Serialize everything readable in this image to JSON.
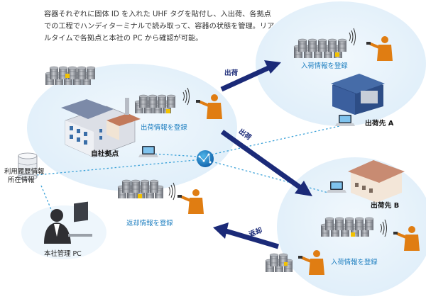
{
  "description": "容器それぞれに固体 ID を入れた UHF タグを貼付し、入出荷、各拠点での工程でハンディターミナルで読み取って、容器の状態を管理。リアルタイムで各拠点と本社の PC から確認が可能。",
  "labels": {
    "own_base": "自社拠点",
    "ship_out_register": "出荷情報を登録",
    "receive_register_a": "入荷情報を登録",
    "dest_a": "出荷先 A",
    "dest_b": "出荷先 B",
    "receive_register_b": "入荷情報を登録",
    "return_register": "返却情報を登録",
    "db_line1": "利用履歴情報",
    "db_line2": "所在情報",
    "hq_pc": "本社管理 PC"
  },
  "arrows": {
    "ship_a": "出荷",
    "ship_b": "出荷",
    "return": "返却"
  },
  "colors": {
    "arrow": "#1b2a78",
    "person": "#e07d12",
    "bubble": "#e6f2fb",
    "network_line": "#3aa1d8",
    "text_blue": "#1e7fc0",
    "drum": "#8d9199",
    "tag": "#f2c200"
  },
  "icons": [
    "drum-group",
    "handheld-terminal",
    "worker",
    "factory-building",
    "warehouse-building",
    "laptop",
    "network-globe",
    "database",
    "office-worker-pc"
  ]
}
